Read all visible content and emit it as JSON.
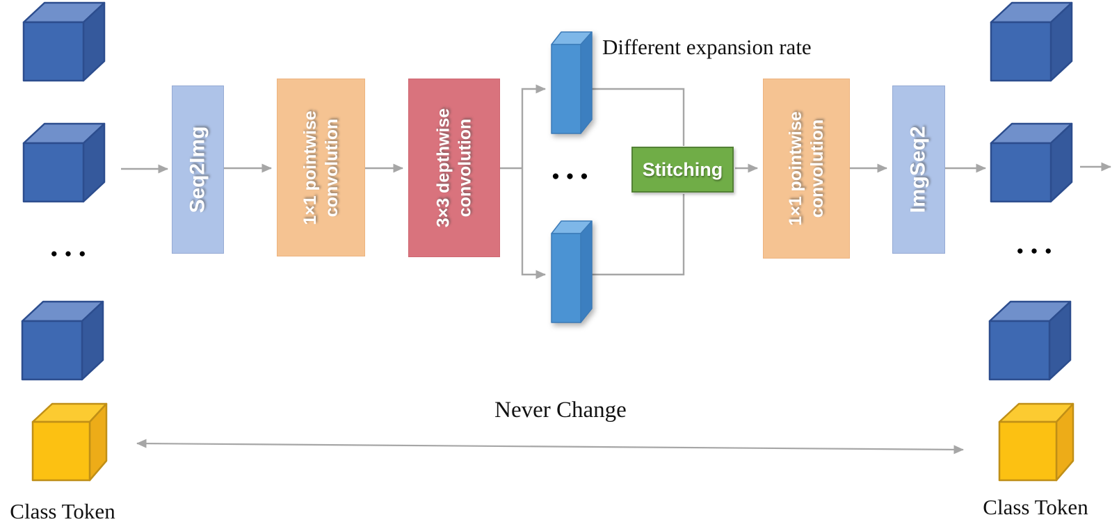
{
  "figure": {
    "type": "architecture-diagram",
    "annotations": {
      "different_expansion_rate": "Different expansion rate",
      "never_change": "Never Change",
      "class_token_left": "Class Token",
      "class_token_right": "Class Token",
      "ellipsis_left": "●●●",
      "ellipsis_middle": "●●●",
      "ellipsis_right": "●●●"
    },
    "blocks": {
      "seq2img": {
        "label": "Seq2Img",
        "color": "#aec3e8"
      },
      "pointwise_conv_in": {
        "lines": [
          "1×1 pointwise",
          "convolution"
        ],
        "color": "#f5c392"
      },
      "depthwise_conv": {
        "lines": [
          "3×3 depthwise",
          "convolution"
        ],
        "color": "#d9737d"
      },
      "stitching": {
        "label": "Stitching",
        "color": "#70ad47",
        "border_color": "#538135"
      },
      "pointwise_conv_out": {
        "lines": [
          "1×1 pointwise",
          "convolution"
        ],
        "color": "#f5c392"
      },
      "imgseq2": {
        "label": "ImgSeq2",
        "color": "#aec3e8"
      }
    },
    "colors": {
      "token_cube_blue": "#3e69b2",
      "token_cube_yellow": "#fcc112",
      "expansion_bar_blue": "#4b93d3",
      "connector_gray": "#a6a6a6",
      "label_text": "#111111"
    }
  }
}
